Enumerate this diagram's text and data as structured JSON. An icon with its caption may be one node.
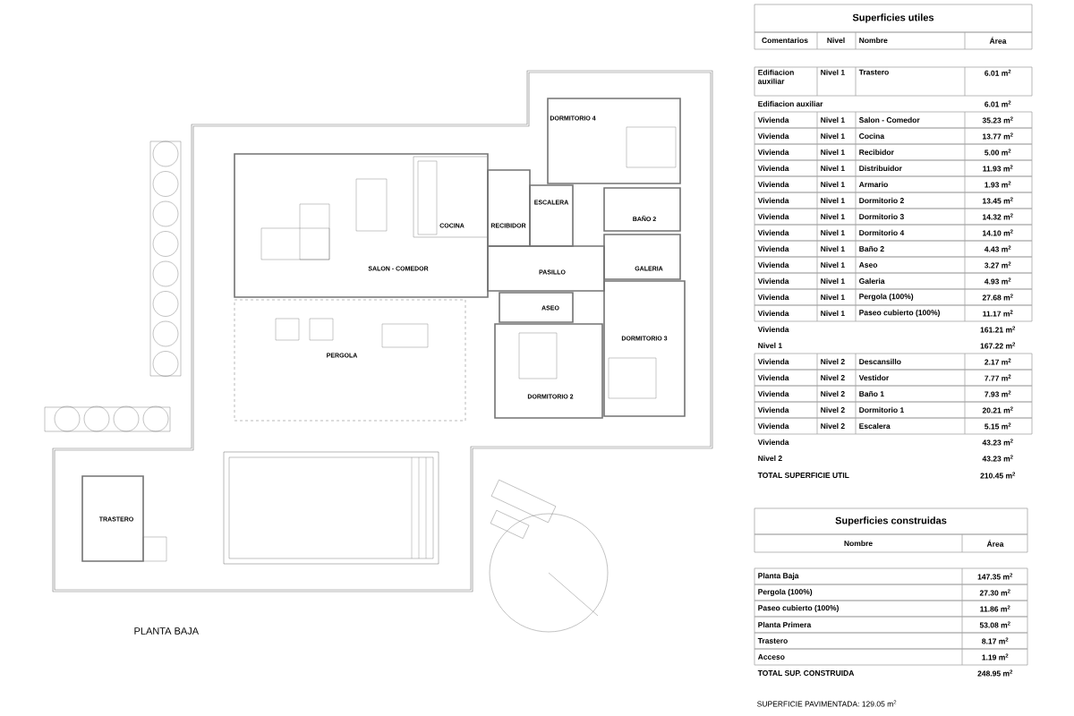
{
  "diagram": {
    "title": "PLANTA BAJA",
    "nodes": [
      {
        "text": [
          "DORMITORIO 4"
        ]
      },
      {
        "text": [
          "SALON - COMEDOR"
        ]
      },
      {
        "text": [
          "COCINA"
        ],
        "in": 1
      },
      {
        "text": [
          "RECIBIDOR"
        ]
      },
      {
        "text": [
          "ESCALERA"
        ]
      },
      {
        "text": [
          "BAÑO 2"
        ]
      },
      {
        "text": [
          "PASILLO"
        ]
      },
      {
        "text": [
          "GALERIA"
        ]
      },
      {
        "text": [
          "ASEO"
        ]
      },
      {
        "text": [
          "DORMITORIO 3"
        ]
      },
      {
        "text": [
          "PERGOLA"
        ]
      },
      {
        "text": [
          "DORMITORIO 2"
        ]
      },
      {
        "text": [
          "TRASTERO"
        ]
      }
    ],
    "labels": [
      "Superficies utiles",
      "Comentarios",
      "Nivel",
      "Nombre",
      "Área",
      "Edifiacion auxiliar",
      "Nivel 1",
      "Trastero",
      "6.01 m$^{2}$",
      "Edifiacion auxiliar",
      "6.01 m$^{2}$",
      "Vivienda",
      "Nivel 1",
      "Salon - Comedor",
      "35.23 m$^{2}$",
      "Vivienda",
      "Nivel 1",
      "Cocina",
      "13.77 m$^{2}$",
      "Vivienda",
      "Nivel 1",
      "Recibidor",
      "5.00 m$^{2}$",
      "Vivienda",
      "Nivel 1",
      "Distribuidor",
      "11.93 m$^{2}$",
      "Vivienda",
      "Nivel 1",
      "Armario",
      "1.93 m$^{2}$",
      "Vivienda",
      "Nivel 1",
      "Dormitorio 2",
      "13.45 m$^{2}$",
      "Vivienda",
      "Nivel 1",
      "Dormitorio 3",
      "14.32 m$^{2}$",
      "Vivienda",
      "Nivel 1",
      "Dormitorio 4",
      "14.10 m$^{2}$",
      "Vivienda",
      "Nivel 1",
      "Baño 2",
      "4.43 m$^{2}$",
      "Vivienda",
      "Nivel 1",
      "Aseo",
      "3.27 m$^{2}$",
      "Vivienda",
      "Nivel 1",
      "Galeria",
      "4.93 m$^{2}$",
      "Vivienda",
      "Nivel 1",
      "Pergola (100%)",
      "27.68 m$^{2}$",
      "Vivienda",
      "Nivel 1",
      "Paseo cubierto (100%)",
      "11.17 m$^{2}$",
      "Vivienda",
      "161.21 m$^{2}$",
      "Nivel 1",
      "167.22 m$^{2}$",
      "Vivienda",
      "Nivel 2",
      "Descansillo",
      "2.17 m$^{2}$",
      "Vivienda",
      "Nivel 2",
      "Vestidor",
      "7.77 m$^{2}$",
      "Vivienda",
      "Nivel 2",
      "Baño 1",
      "7.93 m$^{2}$",
      "Vivienda",
      "Nivel 2",
      "Dormitorio 1",
      "20.21 m$^{2}$",
      "Vivienda",
      "Nivel 2",
      "Escalera",
      "5.15 m$^{2}$",
      "Vivienda",
      "43.23 m$^{2}$",
      "Nivel 2",
      "43.23 m$^{2}$",
      "TOTAL SUPERFICIE UTIL",
      "210.45 m$^{2}$",
      "Superficies construidas",
      "Nombre",
      "Área",
      "Planta Baja",
      "147.35 m$^{2}$",
      "Pergola (100%)",
      "27.30 m$^{2}$",
      "Paseo cubierto (100%)",
      "11.86 m$^{2}$",
      "Planta Primera",
      "53.08 m$^{2}$",
      "Trastero",
      "8.17 m$^{2}$",
      "Acceso",
      "1.19 m$^{2}$",
      "TOTAL SUP. CONSTRUIDA",
      "248.95 m$^{2}$",
      "SUPERFICIE PAVIMENTADA: 129.05 m$^{2}$"
    ]
  }
}
